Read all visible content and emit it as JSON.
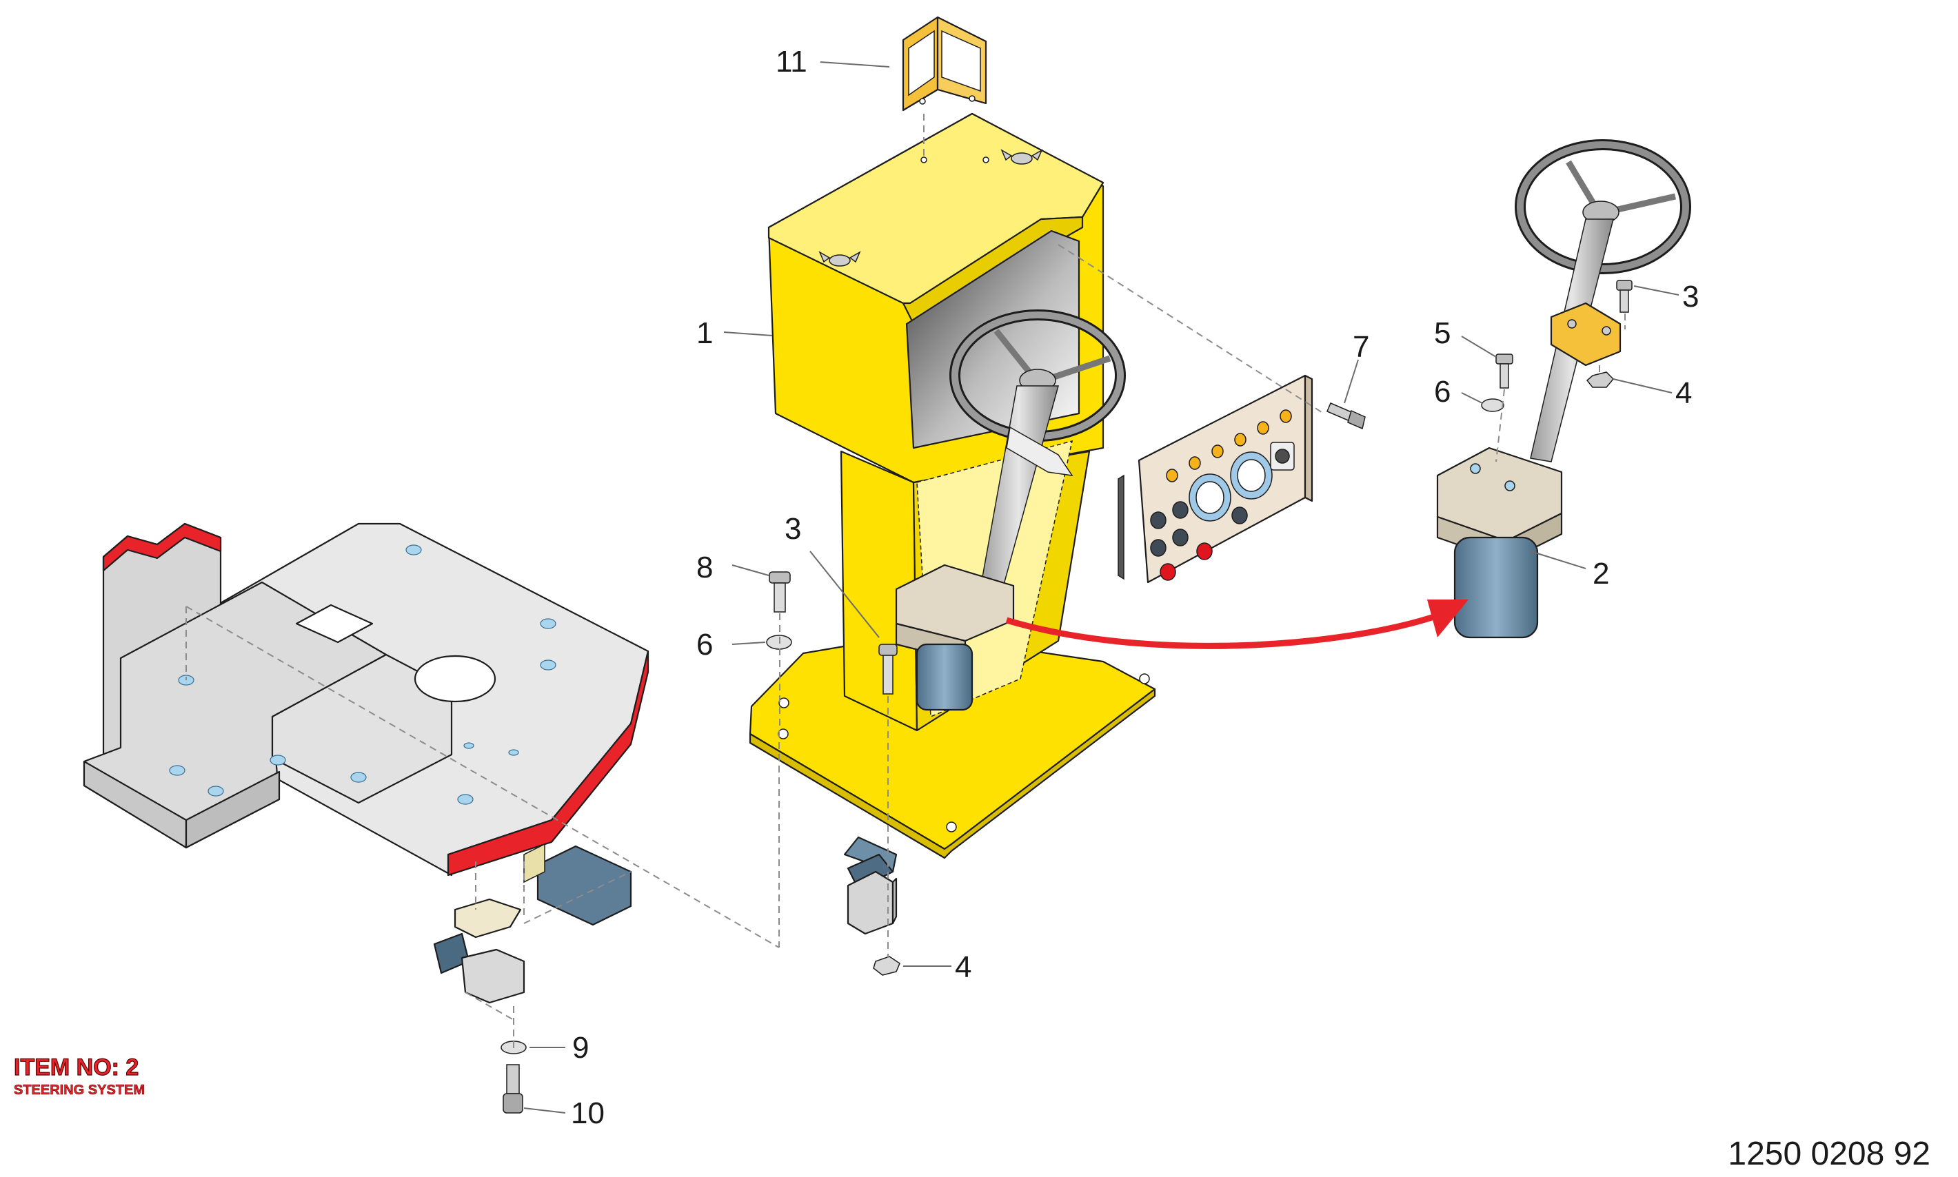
{
  "item_label": {
    "title": "ITEM NO: 2",
    "subtitle": "STEERING SYSTEM"
  },
  "document_number": "1250 0208 92",
  "callouts": {
    "c1": "1",
    "c2": "2",
    "c3_column": "3",
    "c3_assembly": "3",
    "c4_bottom": "4",
    "c4_assembly": "4",
    "c5": "5",
    "c6_left": "6",
    "c6_assembly": "6",
    "c7": "7",
    "c8": "8",
    "c9": "9",
    "c10": "10",
    "c11": "11"
  },
  "colors": {
    "console_yellow": "#FFE100",
    "frame_gray": "#E6E6E6",
    "frame_red": "#E8232A",
    "motor_blue": "#6E8FA8",
    "bracket_orange": "#F5C13B",
    "panel_beige": "#EFE3D3",
    "arrow_red": "#E8232A"
  }
}
